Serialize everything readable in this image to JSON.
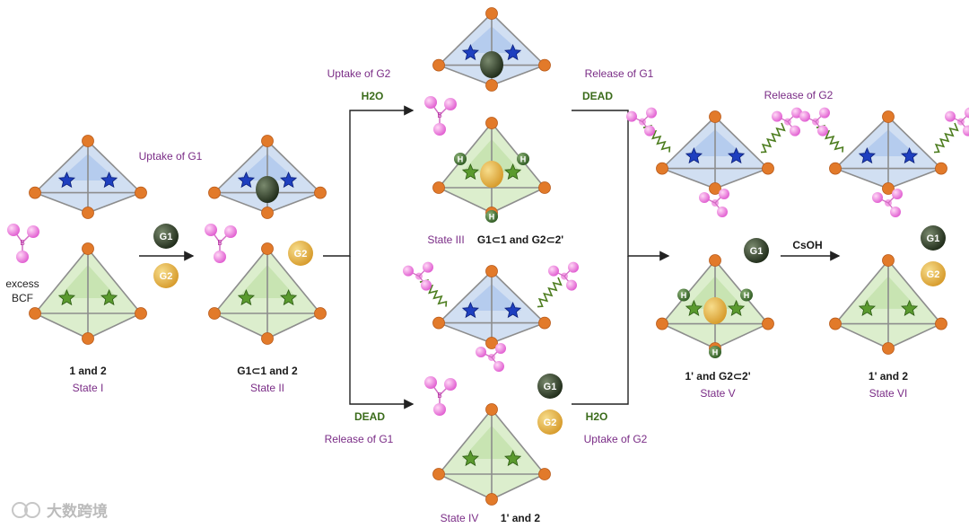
{
  "states": {
    "s1": {
      "formula": "1 and 2",
      "name": "State I"
    },
    "s2": {
      "formula": "G1⊂1 and 2",
      "name": "State II"
    },
    "s3": {
      "formula": "G1⊂1 and G2⊂2'",
      "name": "State III"
    },
    "s4": {
      "formula": "1' and 2",
      "name": "State IV"
    },
    "s5": {
      "formula": "1' and G2⊂2'",
      "name": "State V"
    },
    "s6": {
      "formula": "1' and 2",
      "name": "State VI"
    }
  },
  "steps": {
    "uptake_g1": "Uptake of G1",
    "uptake_g2": "Uptake of G2",
    "h2o_top": "H2O",
    "release_g1_top": "Release of G1",
    "dead_top": "DEAD",
    "release_g2": "Release of G2",
    "csoh": "CsOH",
    "dead_bottom": "DEAD",
    "release_g1_bottom": "Release of G1",
    "h2o_bottom": "H2O",
    "uptake_g2_bottom": "Uptake of G2"
  },
  "reagents": {
    "excess": "excess",
    "bcf": "BCF",
    "b": "B",
    "h": "H"
  },
  "guests": {
    "g1": "G1",
    "g2": "G2"
  },
  "colors": {
    "node": "#e27a2a",
    "blue_face": "#c9d9f0",
    "green_face": "#d6ebc4",
    "g1": "#2f3a2a",
    "g2": "#e6b64a",
    "bcf": "#f07be0"
  },
  "watermark": "大数跨境"
}
